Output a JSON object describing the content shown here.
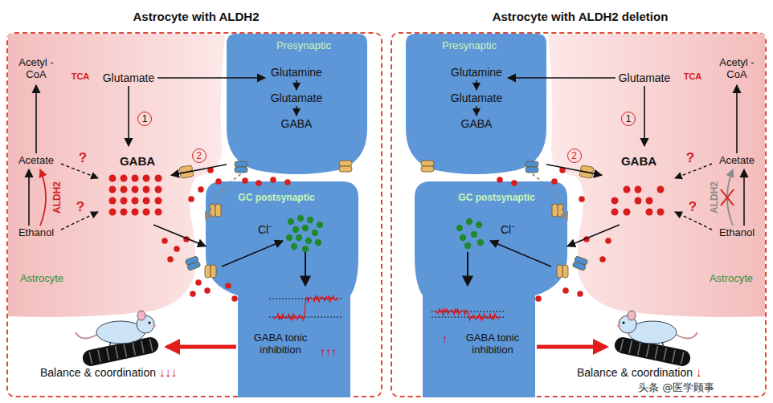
{
  "diagram": {
    "nodes": [
      {
        "text": [
          "Astrocyte with ALDH2"
        ]
      },
      {
        "text": [
          "Astrocyte"
        ],
        "in": 0
      },
      {
        "text": [
          "TCA"
        ],
        "in": 1
      },
      {
        "text": [
          "GABA"
        ],
        "in": 1
      },
      {
        "text": [
          "Presynaptic",
          "Glutamine",
          "Glutamate",
          "GABA"
        ],
        "in": 0
      },
      {
        "text": [
          "GC postsynaptic",
          "Cl⁻",
          "GABA tonic inhibition",
          "↑↑↑"
        ],
        "in": 0
      },
      {
        "text": [
          "Astrocyte with ALDH2 deletion"
        ]
      },
      {
        "text": [
          "Astrocyte"
        ],
        "in": 6
      },
      {
        "text": [
          "TCA"
        ],
        "in": 7
      },
      {
        "text": [
          "GABA"
        ],
        "in": 7
      },
      {
        "text": [
          "Presynaptic",
          "Glutamine",
          "Glutamate",
          "GABA"
        ],
        "in": 6
      },
      {
        "text": [
          "GC postsynaptic",
          "Cl⁻",
          "↑",
          "GABA tonic inhibition"
        ],
        "in": 6
      }
    ],
    "edges": [
      {
        "from": 4,
        "to": 3,
        "label": "2",
        "arrow": "to"
      },
      {
        "from": 3,
        "to": 5,
        "arrow": "to"
      },
      {
        "from": 4,
        "to": 5,
        "arrow": "to"
      },
      {
        "from": 10,
        "to": 9,
        "label": "2",
        "arrow": "to"
      },
      {
        "from": 9,
        "to": 11,
        "arrow": "to"
      },
      {
        "from": 10,
        "to": 11,
        "arrow": "to"
      }
    ],
    "labels": [
      "Acetyl -CoA",
      "Glutamate",
      "Acetate",
      "Ethanol",
      "ALDH2",
      "?",
      "?",
      "1",
      "Balance & coordination",
      "↓↓↓",
      "Acetyl -CoA",
      "Glutamate",
      "Acetate",
      "Ethanol",
      "ALDH2",
      "?",
      "?",
      "1",
      "Balance & coordination",
      "↓",
      "头条 @医学顾事"
    ]
  }
}
